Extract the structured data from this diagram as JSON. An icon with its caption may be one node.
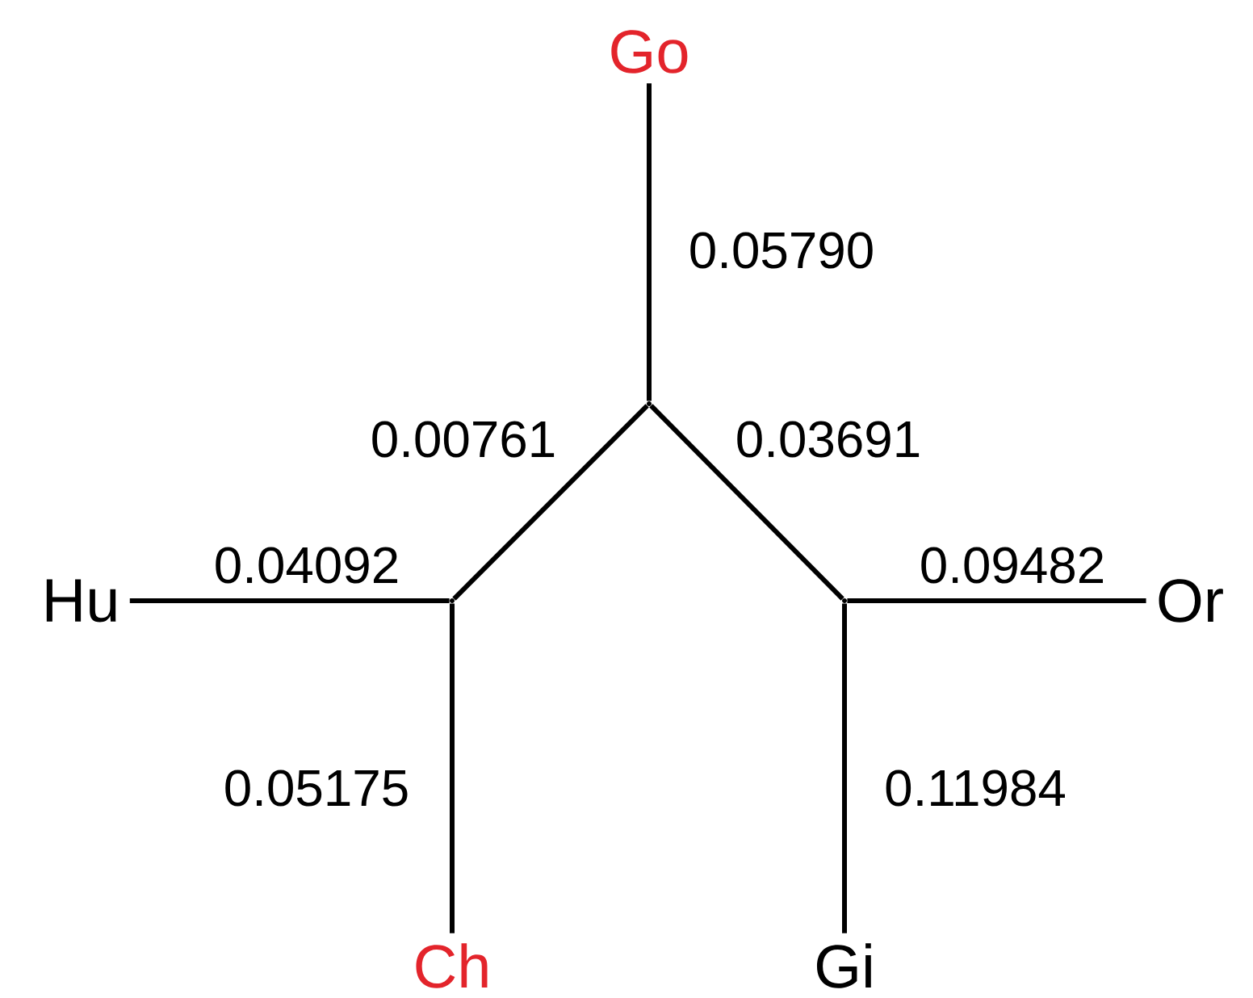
{
  "diagram": {
    "nodes": [
      {
        "text": [
          "Go"
        ]
      },
      {
        "text": [],
        "shape": "point"
      },
      {
        "text": [],
        "shape": "point"
      },
      {
        "text": [
          "Hu"
        ]
      },
      {
        "text": [],
        "shape": "point"
      },
      {
        "text": [
          "Or"
        ]
      },
      {
        "text": [
          "Ch"
        ]
      },
      {
        "text": [
          "Gi"
        ]
      }
    ],
    "edges": [
      {
        "from": 1,
        "to": 0,
        "arrow": "none",
        "label": "0.05790"
      },
      {
        "from": 1,
        "to": 2,
        "arrow": "none",
        "label": "0.00761"
      },
      {
        "from": 1,
        "to": 4,
        "arrow": "none",
        "label": "0.03691"
      },
      {
        "from": 2,
        "to": 3,
        "arrow": "none",
        "label": "0.04092"
      },
      {
        "from": 4,
        "to": 5,
        "arrow": "none",
        "label": "0.09482"
      },
      {
        "from": 2,
        "to": 6,
        "arrow": "none",
        "label": "0.05175"
      },
      {
        "from": 4,
        "to": 7,
        "arrow": "none",
        "label": "0.11984"
      }
    ]
  }
}
